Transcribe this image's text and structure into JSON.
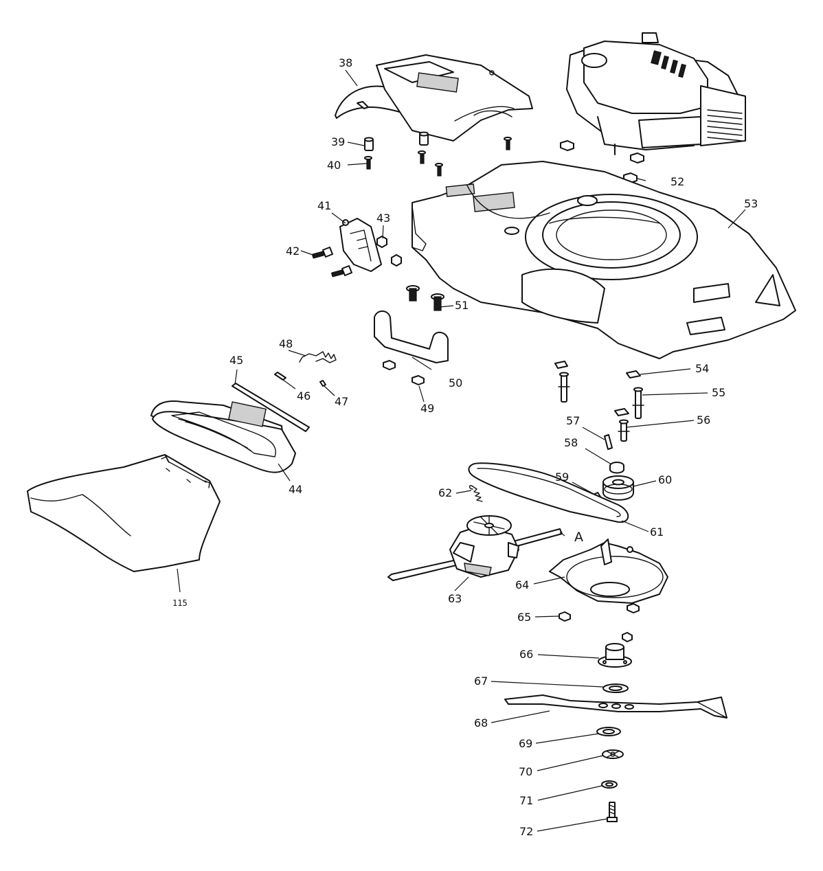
{
  "callouts": {
    "p38": "38",
    "p39": "39",
    "p40": "40",
    "p41": "41",
    "p42": "42",
    "p43": "43",
    "p44": "44",
    "p45": "45",
    "p46": "46",
    "p47": "47",
    "p48": "48",
    "p49": "49",
    "p50": "50",
    "p51": "51",
    "p52": "52",
    "p53": "53",
    "p54": "54",
    "p55": "55",
    "p56": "56",
    "p57": "57",
    "p58": "58",
    "p59": "59",
    "p60": "60",
    "p61": "61",
    "p62": "62",
    "p63": "63",
    "p64": "64",
    "p65": "65",
    "p66": "66",
    "p67": "67",
    "p68": "68",
    "p69": "69",
    "p70": "70",
    "p71": "71",
    "p72": "72",
    "p115": "115",
    "ref_a": "A"
  }
}
